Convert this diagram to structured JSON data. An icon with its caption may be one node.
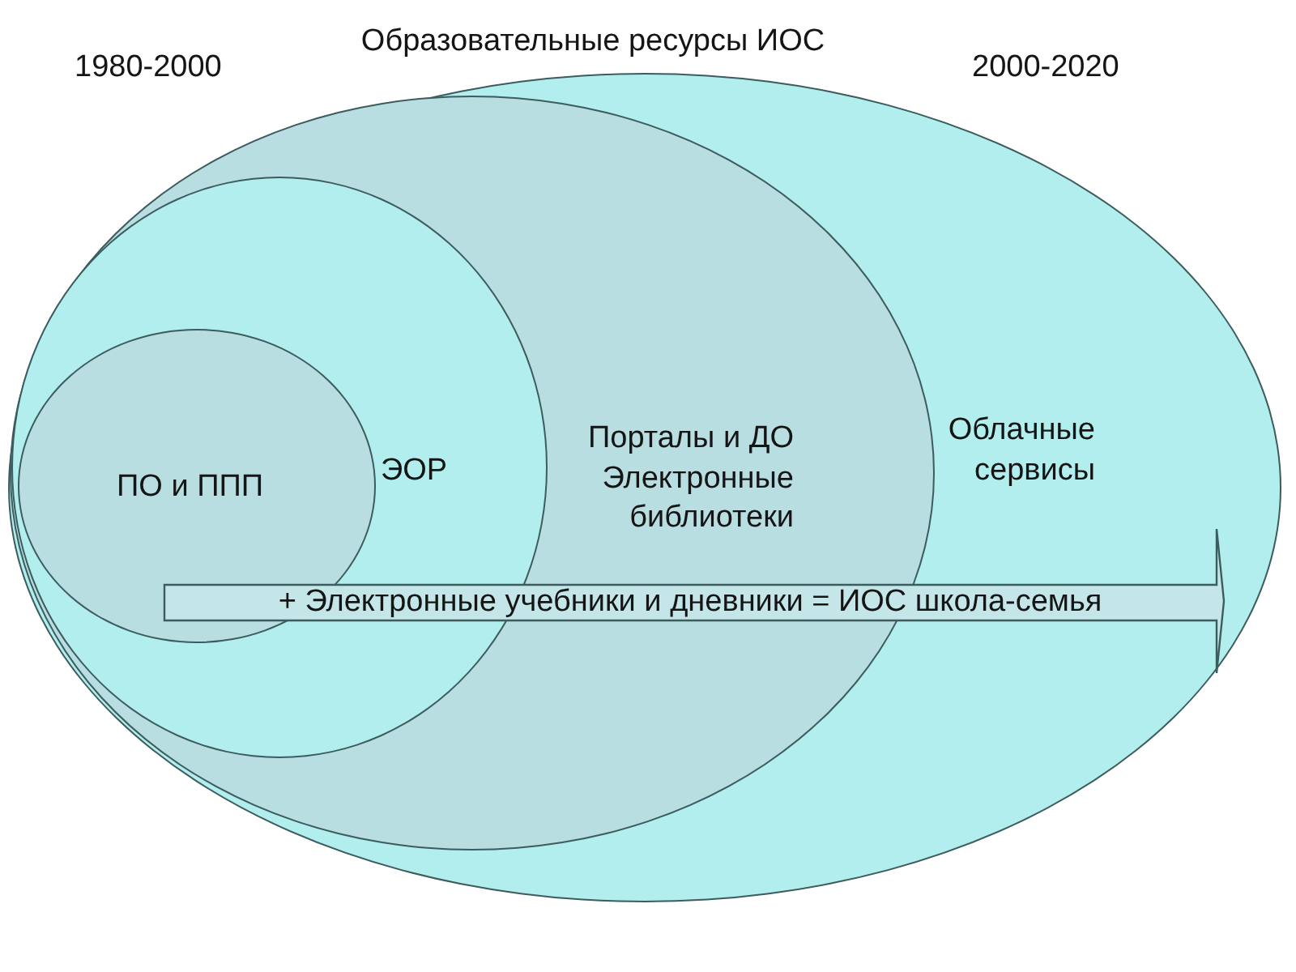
{
  "diagram": {
    "title": "Образовательные ресурсы ИОС",
    "nodes": [
      {
        "text": [
          "Облачные сервисы"
        ]
      },
      {
        "text": [
          "Порталы и ДО",
          "Электронные библиотеки"
        ],
        "in": 0
      },
      {
        "text": [
          "ЭОР"
        ],
        "in": 1
      },
      {
        "text": [
          "ПО и ППП"
        ],
        "in": 2
      },
      {
        "text": [
          "+ Электронные учебники и дневники = ИОС школа-семья"
        ],
        "in": 0
      }
    ],
    "labels": [
      "1980-2000",
      "2000-2020"
    ]
  }
}
